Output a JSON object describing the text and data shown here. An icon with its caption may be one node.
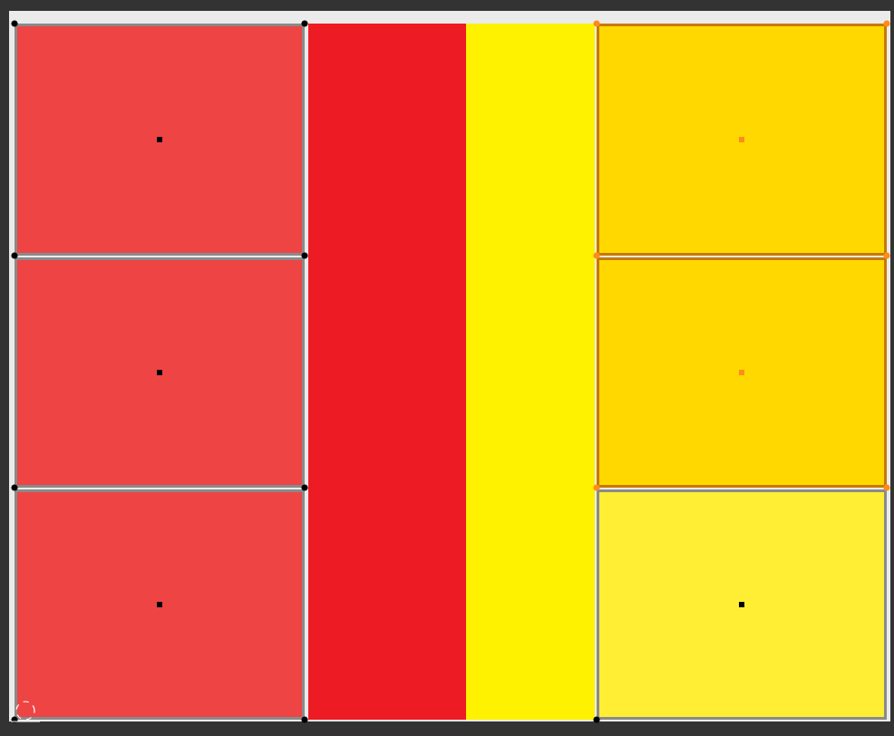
{
  "diagram": {
    "nodes": [
      {
        "text": [],
        "shape": "box"
      },
      {
        "text": [],
        "shape": "box"
      },
      {
        "text": [],
        "shape": "box"
      },
      {
        "text": [],
        "shape": "bar"
      },
      {
        "text": [],
        "shape": "bar"
      },
      {
        "text": [],
        "shape": "box"
      },
      {
        "text": [],
        "shape": "box"
      },
      {
        "text": [],
        "shape": "box"
      }
    ]
  }
}
